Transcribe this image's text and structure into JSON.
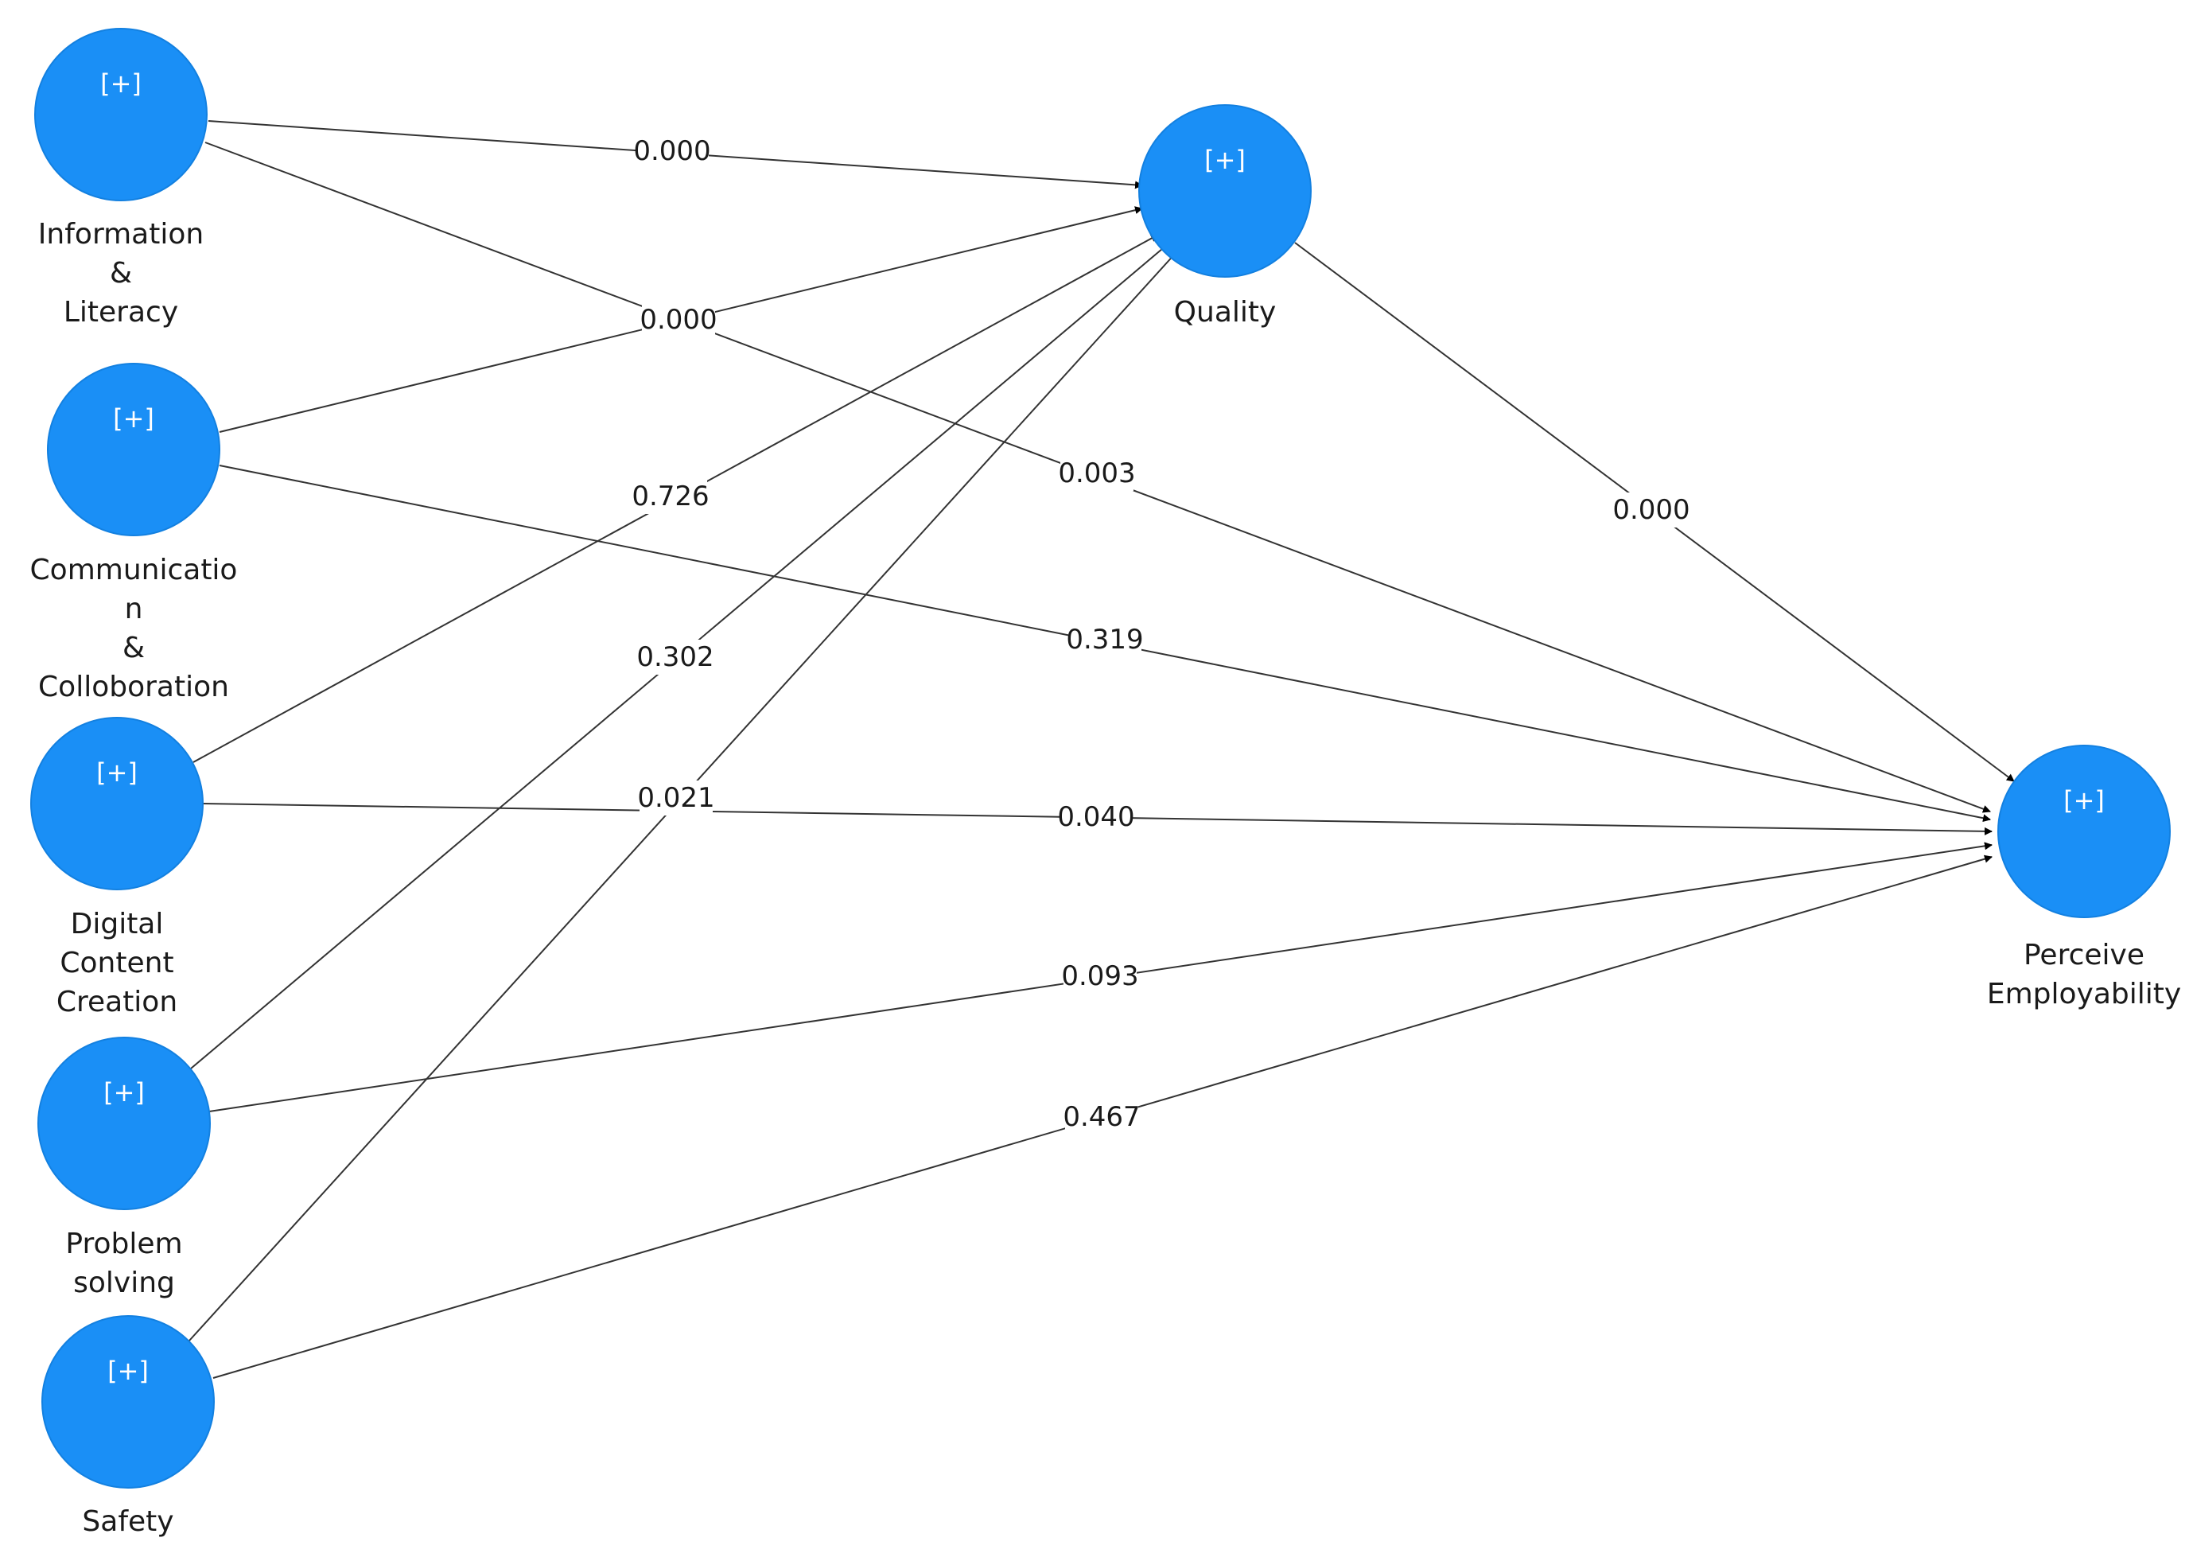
{
  "diagram": {
    "node_color": "#1a8ff6",
    "edge_color": "#333333",
    "expand_symbol": "[+]",
    "nodes": [
      {
        "id": "info",
        "label_lines": [
          "Information",
          "&",
          "Literacy"
        ]
      },
      {
        "id": "comm",
        "label_lines": [
          "Communicatio",
          "n",
          "&",
          "Colloboration"
        ]
      },
      {
        "id": "digital",
        "label_lines": [
          "Digital",
          "Content",
          "Creation"
        ]
      },
      {
        "id": "problem",
        "label_lines": [
          "Problem",
          "solving"
        ]
      },
      {
        "id": "safety",
        "label_lines": [
          "Safety"
        ]
      },
      {
        "id": "quality",
        "label_lines": [
          "Quality"
        ]
      },
      {
        "id": "pe",
        "label_lines": [
          "Perceive",
          "Employability"
        ]
      }
    ],
    "edges": [
      {
        "from": "info",
        "to": "quality",
        "value": "0.000"
      },
      {
        "from": "comm",
        "to": "quality",
        "value": "0.000"
      },
      {
        "from": "digital",
        "to": "quality",
        "value": "0.726"
      },
      {
        "from": "problem",
        "to": "quality",
        "value": "0.302"
      },
      {
        "from": "safety",
        "to": "quality",
        "value": "0.021"
      },
      {
        "from": "info",
        "to": "pe",
        "value": "0.003"
      },
      {
        "from": "comm",
        "to": "pe",
        "value": "0.319"
      },
      {
        "from": "digital",
        "to": "pe",
        "value": "0.040"
      },
      {
        "from": "problem",
        "to": "pe",
        "value": "0.093"
      },
      {
        "from": "safety",
        "to": "pe",
        "value": "0.467"
      },
      {
        "from": "quality",
        "to": "pe",
        "value": "0.000"
      }
    ]
  }
}
